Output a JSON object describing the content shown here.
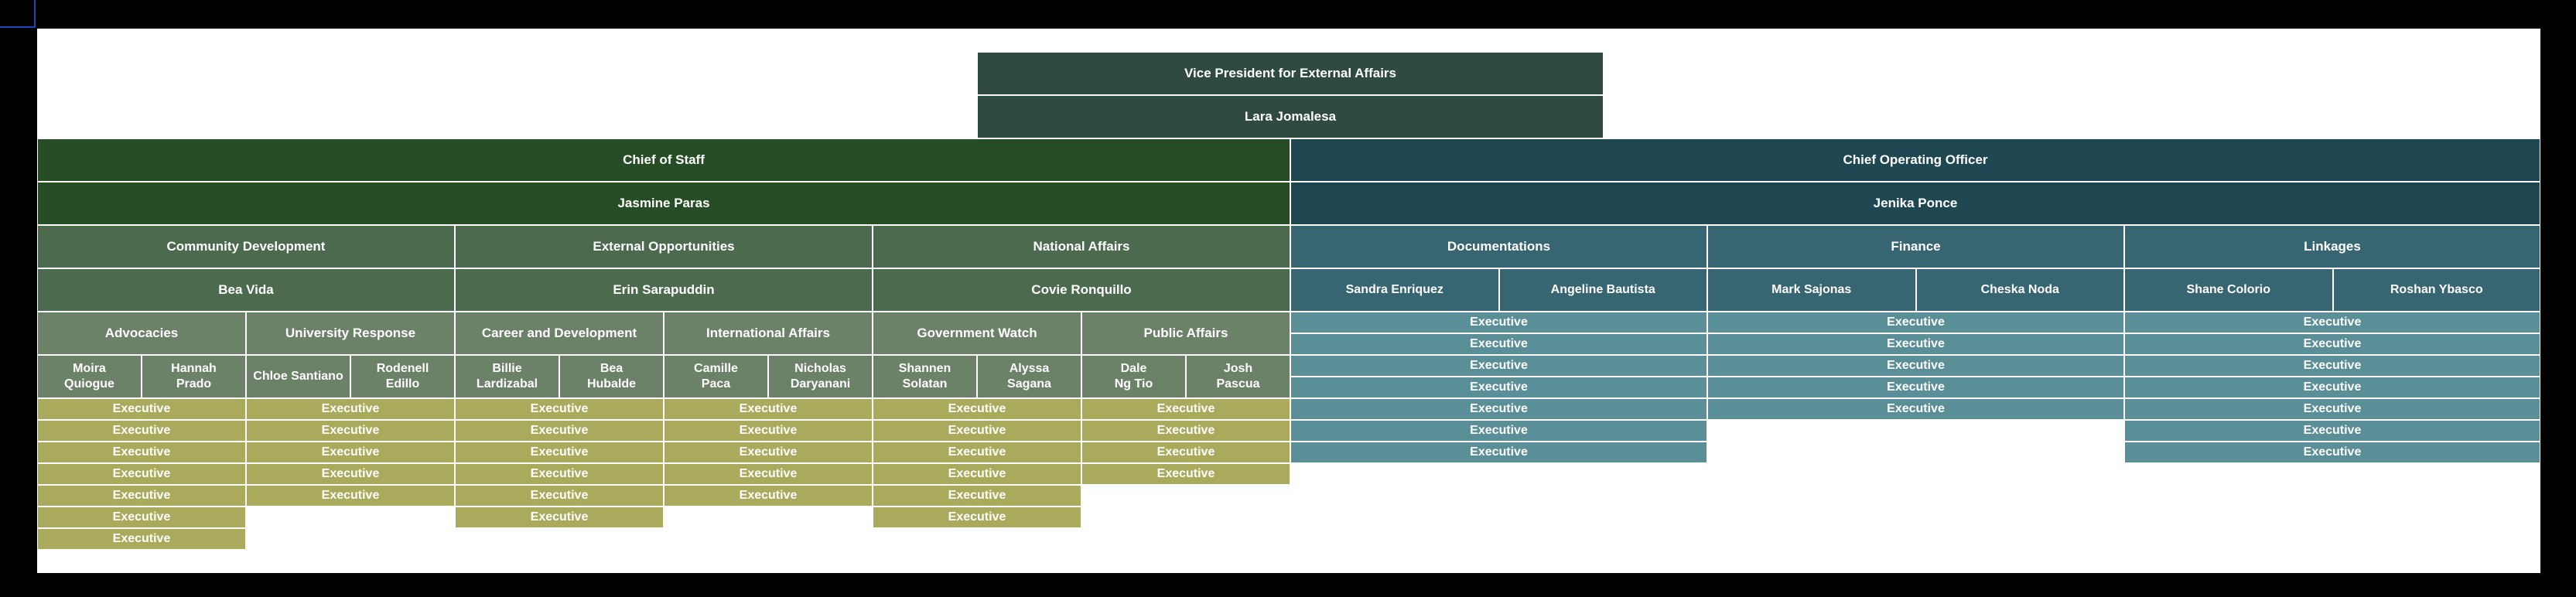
{
  "vp": {
    "title": "Vice President for External Affairs",
    "name": "Lara Jomalesa"
  },
  "cos": {
    "title": "Chief of Staff",
    "name": "Jasmine Paras",
    "departments": [
      {
        "name": "Community Development",
        "head": "Bea Vida",
        "units": [
          {
            "name": "Advocacies",
            "members": [
              "Moira\nQuiogue",
              "Hannah\nPrado"
            ],
            "exec_count": 7
          },
          {
            "name": "University Response",
            "members": [
              "Chloe Santiano",
              "Rodenell\nEdillo"
            ],
            "exec_count": 5
          }
        ]
      },
      {
        "name": "External Opportunities",
        "head": "Erin Sarapuddin",
        "units": [
          {
            "name": "Career and Development",
            "members": [
              "Billie\nLardizabal",
              "Bea\nHubalde"
            ],
            "exec_count": 6
          },
          {
            "name": "International Affairs",
            "members": [
              "Camille\nPaca",
              "Nicholas\nDaryanani"
            ],
            "exec_count": 5
          }
        ]
      },
      {
        "name": "National Affairs",
        "head": "Covie Ronquillo",
        "units": [
          {
            "name": "Government Watch",
            "members": [
              "Shannen\nSolatan",
              "Alyssa\nSagana"
            ],
            "exec_count": 6
          },
          {
            "name": "Public Affairs",
            "members": [
              "Dale\nNg Tio",
              "Josh\nPascua"
            ],
            "exec_count": 4
          }
        ]
      }
    ]
  },
  "coo": {
    "title": "Chief Operating Officer",
    "name": "Jenika Ponce",
    "departments": [
      {
        "name": "Documentations",
        "members": [
          "Sandra Enriquez",
          "Angeline Bautista"
        ],
        "exec_count": 7
      },
      {
        "name": "Finance",
        "members": [
          "Mark Sajonas",
          "Cheska Noda"
        ],
        "exec_count": 5
      },
      {
        "name": "Linkages",
        "members": [
          "Shane Colorio",
          "Roshan Ybasco"
        ],
        "exec_count": 7
      }
    ]
  },
  "exec_label": "Executive",
  "colors": {
    "vp": "#2f4a40",
    "cos_top": "#264d25",
    "coo_top": "#1f4752",
    "cos_dept": "#4c6a4e",
    "coo_dept": "#386572",
    "cos_sub": "#6c8268",
    "cos_exec": "#a9aa5c",
    "coo_exec": "#5b8f98"
  }
}
